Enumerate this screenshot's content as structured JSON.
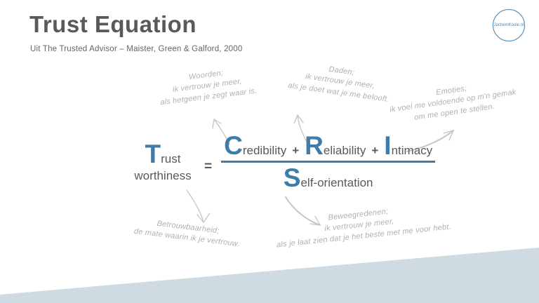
{
  "colors": {
    "accent_blue": "#3e7ca9",
    "title_gray": "#58595b",
    "handwriting_gray": "#b2b0b0",
    "band_blue": "#cfdbe3",
    "logo_blue": "#4a86b5"
  },
  "header": {
    "title": "Trust Equation",
    "subtitle": "Uit The Trusted Advisor – Maister, Green & Galford, 2000",
    "logo": "JochemKoole.nl"
  },
  "equation": {
    "trust_initial": "T",
    "trust_rest": "rust",
    "trust_below": "worthiness",
    "equals": "=",
    "plus": "+",
    "credibility_initial": "C",
    "credibility_rest": "redibility",
    "reliability_initial": "R",
    "reliability_rest": "eliability",
    "intimacy_initial": "I",
    "intimacy_rest": "ntimacy",
    "self_initial": "S",
    "self_rest": "elf-orientation"
  },
  "annotations": {
    "woorden": {
      "lines": [
        "Woorden;",
        "ik vertrouw je meer,",
        "als hetgeen je zegt waar is."
      ]
    },
    "daden": {
      "lines": [
        "Daden;",
        "ik vertrouw je meer,",
        "als je doet wat je me belooft."
      ]
    },
    "emoties": {
      "lines": [
        "Emoties;",
        "ik voel me voldoende op m'n gemak",
        "om me open te stellen."
      ]
    },
    "betrouwbaarheid": {
      "lines": [
        "Betrouwbaarheid;",
        "de mate waarin ik je vertrouw."
      ]
    },
    "beweegredenen": {
      "lines": [
        "Beweegredenen;",
        "ik vertrouw je meer,",
        "als je laat zien dat je het beste met me voor hebt."
      ]
    }
  }
}
